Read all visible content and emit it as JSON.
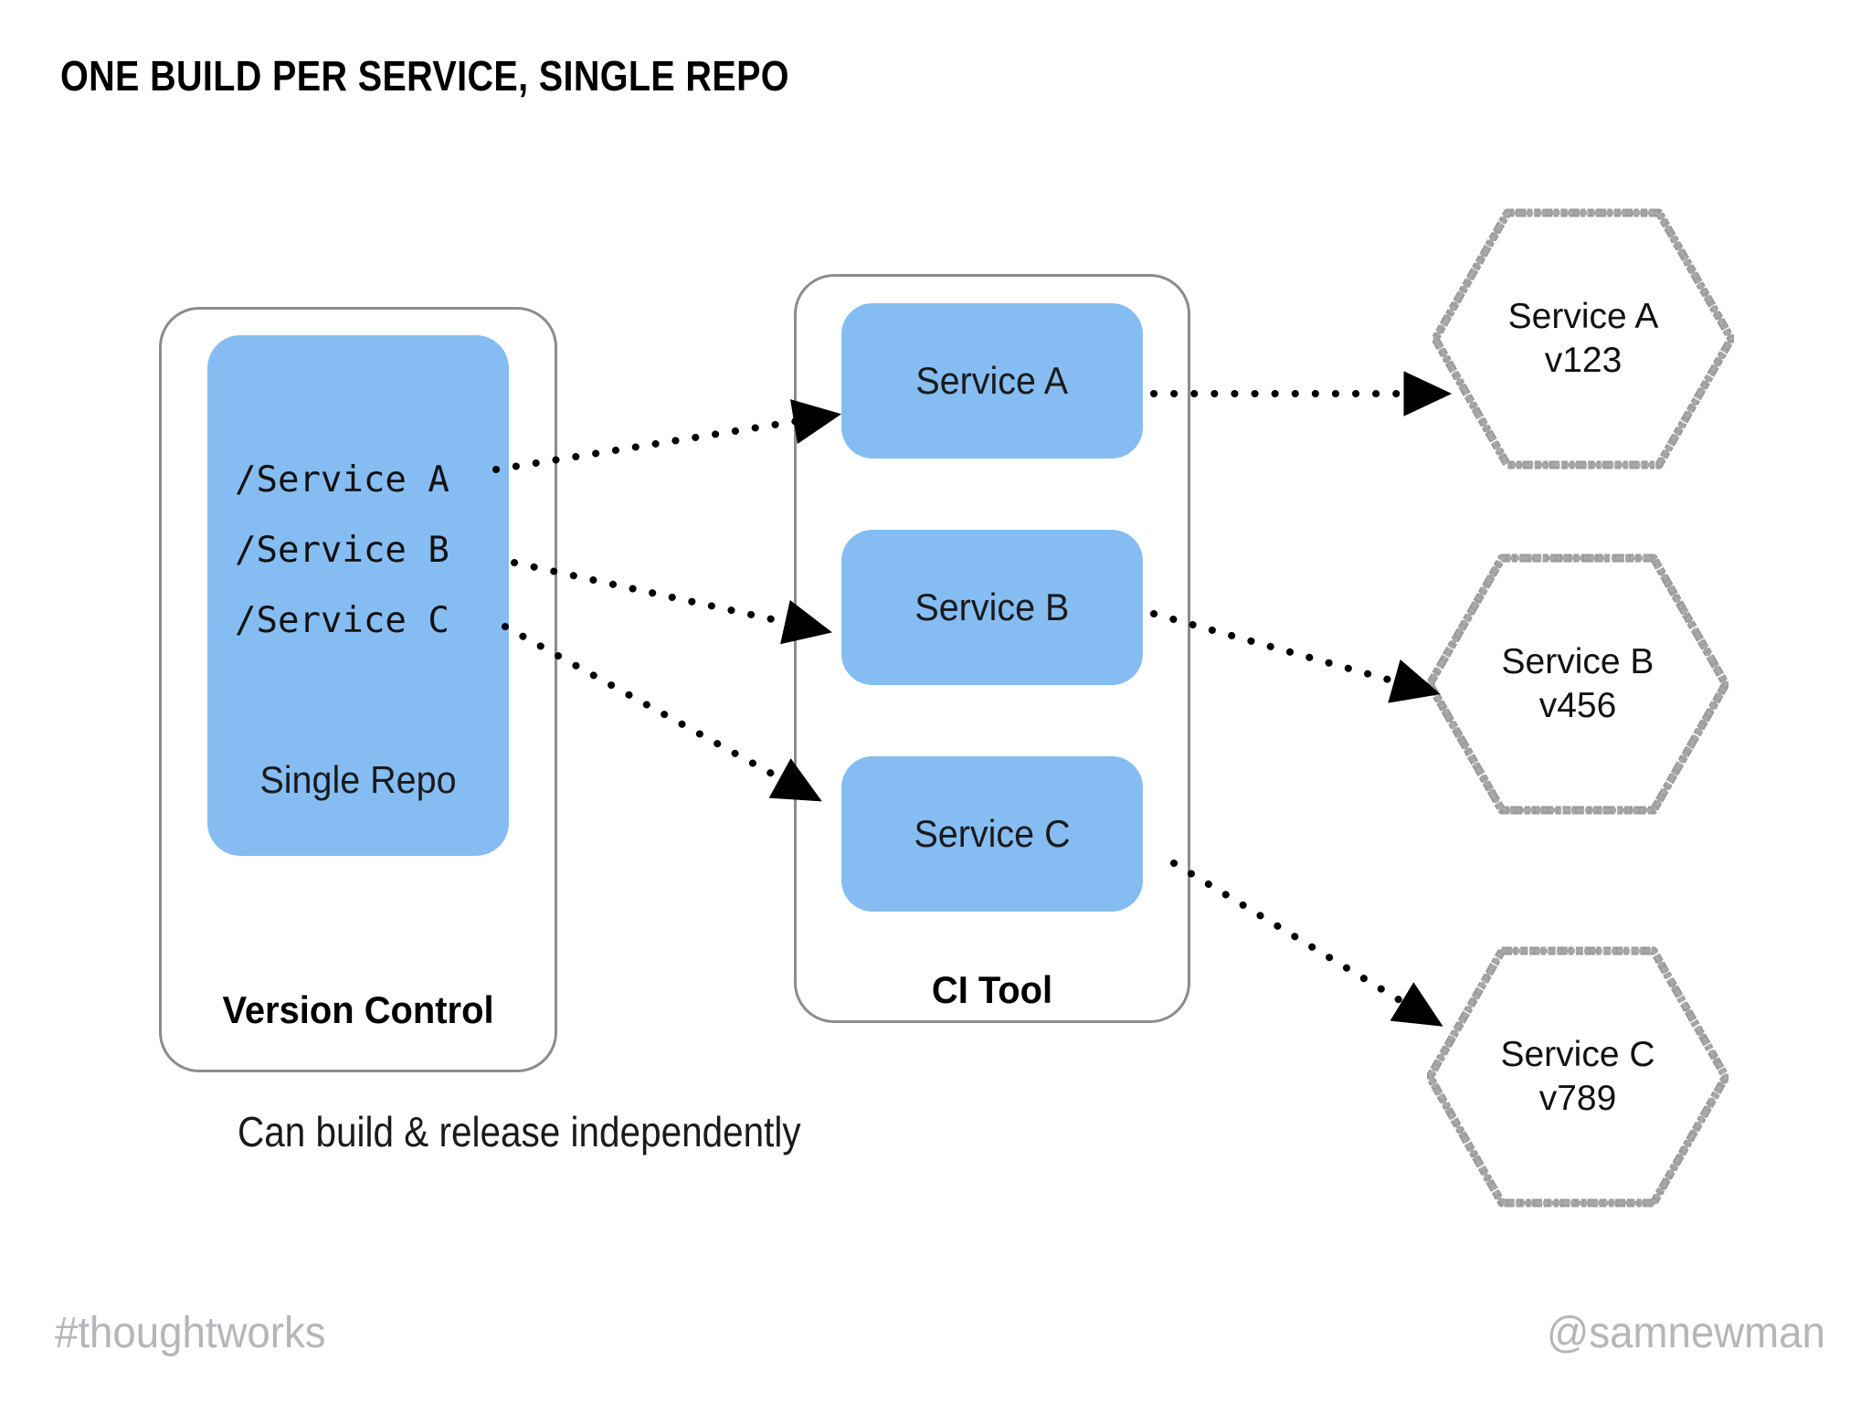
{
  "slide": {
    "title": "ONE BUILD PER SERVICE, SINGLE REPO",
    "caption": "Can build & release independently",
    "background_color": "#ffffff"
  },
  "colors": {
    "accent_blue": "#85bdf2",
    "box_border_gray": "#8c8c8c",
    "hex_border_gray": "#9a9a9a",
    "footer_gray": "#b5b5bb",
    "text_black": "#111111"
  },
  "version_control": {
    "label": "Version Control",
    "repo": {
      "label": "Single Repo",
      "paths": [
        "/Service A",
        "/Service B",
        "/Service C"
      ]
    }
  },
  "ci_tool": {
    "label": "CI Tool",
    "builds": [
      {
        "label": "Service A"
      },
      {
        "label": "Service B"
      },
      {
        "label": "Service C"
      }
    ]
  },
  "artifacts": [
    {
      "name": "Service A",
      "version": "v123"
    },
    {
      "name": "Service B",
      "version": "v456"
    },
    {
      "name": "Service C",
      "version": "v789"
    }
  ],
  "connections": [
    {
      "from": "/Service A",
      "to": "Service A build",
      "style": "dotted-arrow"
    },
    {
      "from": "/Service B",
      "to": "Service B build",
      "style": "dotted-arrow"
    },
    {
      "from": "/Service C",
      "to": "Service C build",
      "style": "dotted-arrow"
    },
    {
      "from": "Service A build",
      "to": "Service A v123",
      "style": "dotted-arrow"
    },
    {
      "from": "Service B build",
      "to": "Service B v456",
      "style": "dotted-arrow"
    },
    {
      "from": "Service C build",
      "to": "Service C v789",
      "style": "dotted-arrow"
    }
  ],
  "footer": {
    "left": "#thoughtworks",
    "right": "@samnewman"
  }
}
